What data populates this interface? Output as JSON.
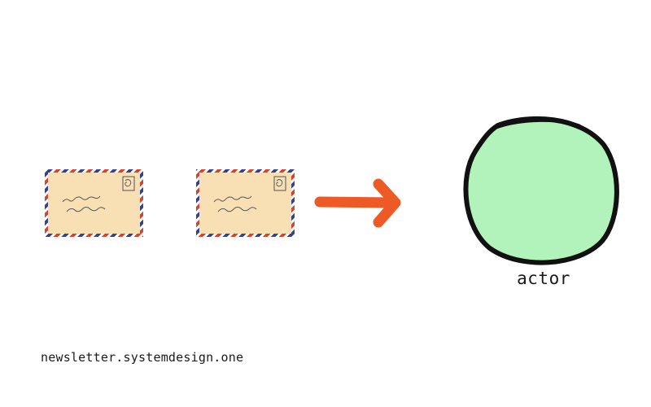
{
  "diagram": {
    "actor_label": "actor",
    "footer_text": "newsletter.systemdesign.one",
    "colors": {
      "envelope_paper": "#f8dfb4",
      "envelope_stripe_red": "#d9412b",
      "envelope_stripe_blue": "#37418a",
      "arrow": "#ee5a26",
      "actor_fill": "#b2f2bb",
      "actor_stroke": "#111111",
      "text": "#1a1a1a"
    },
    "icons": [
      "envelope-icon",
      "envelope-icon",
      "arrow-right-icon",
      "actor-circle"
    ]
  }
}
